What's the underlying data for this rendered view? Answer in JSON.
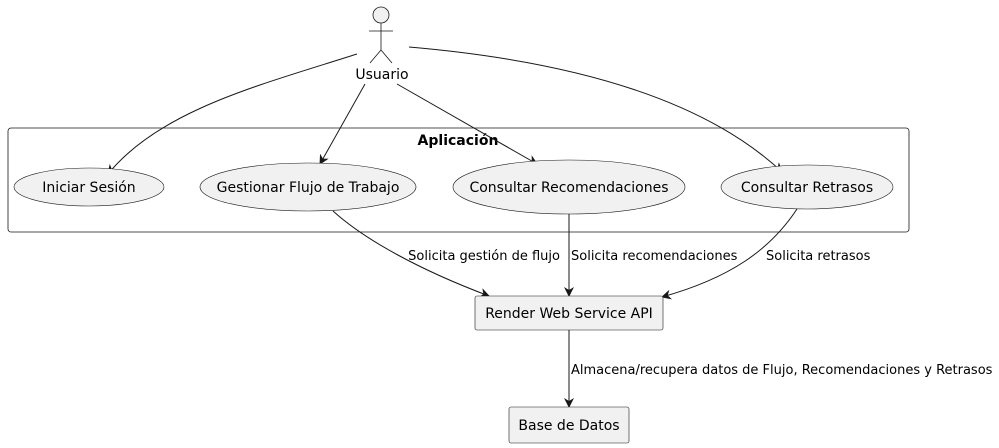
{
  "actor": {
    "name": "Usuario"
  },
  "system": {
    "title": "Aplicación"
  },
  "use_cases": [
    {
      "id": "login",
      "label": "Iniciar Sesión"
    },
    {
      "id": "workflow",
      "label": "Gestionar Flujo de Trabajo"
    },
    {
      "id": "recommendations",
      "label": "Consultar Recomendaciones"
    },
    {
      "id": "delays",
      "label": "Consultar Retrasos"
    }
  ],
  "components": {
    "api": {
      "label": "Render Web Service API"
    },
    "database": {
      "label": "Base de Datos"
    }
  },
  "edge_labels": {
    "workflow_to_api": "Solicita gestión de flujo",
    "recommendations_to_api": "Solicita recomendaciones",
    "delays_to_api": "Solicita retrasos",
    "api_to_database": "Almacena/recupera datos de Flujo, Recomendaciones y Retrasos"
  },
  "colors": {
    "element_fill": "#f1f1f1",
    "stroke": "#181818",
    "background": "#ffffff"
  }
}
